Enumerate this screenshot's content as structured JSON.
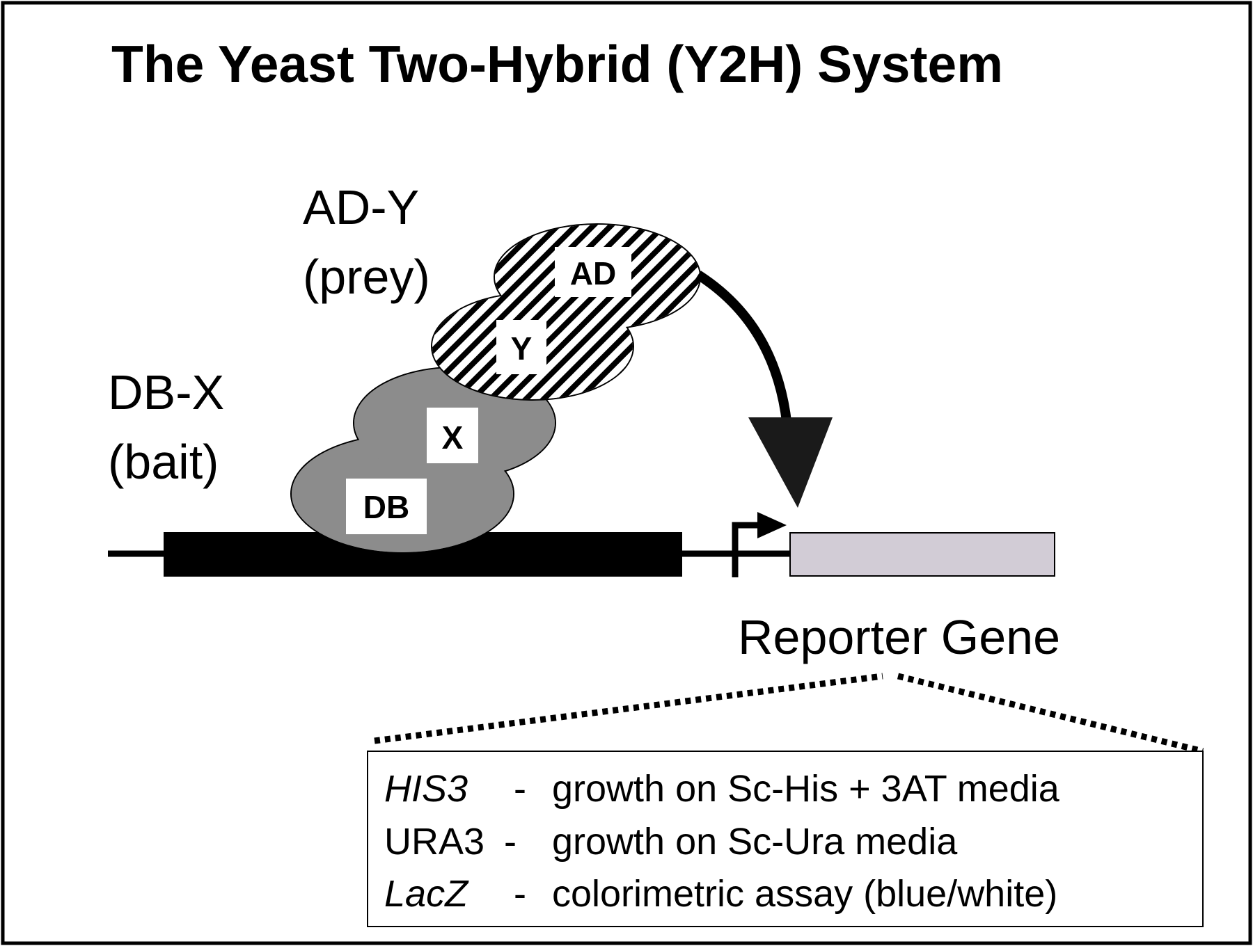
{
  "title": "The Yeast Two-Hybrid (Y2H) System",
  "prey": {
    "name": "AD-Y",
    "role": "(prey)"
  },
  "bait": {
    "name": "DB-X",
    "role": "(bait)"
  },
  "domains": {
    "ad": "AD",
    "y": "Y",
    "x": "X",
    "db": "DB"
  },
  "reporter_label": "Reporter Gene",
  "reporters": [
    {
      "gene": "HIS3",
      "italic": true,
      "sep": "-",
      "desc": "growth on Sc-His + 3AT media"
    },
    {
      "gene": "URA3",
      "italic": false,
      "sep": "-",
      "desc": "growth on Sc-Ura media"
    },
    {
      "gene": "LacZ",
      "italic": true,
      "sep": "-",
      "desc": "colorimetric assay (blue/white)"
    }
  ],
  "colors": {
    "bait_fill": "#8c8c8c",
    "reporter_fill": "#d2ccd6",
    "dna": "#000000",
    "hatch": "#000000"
  }
}
